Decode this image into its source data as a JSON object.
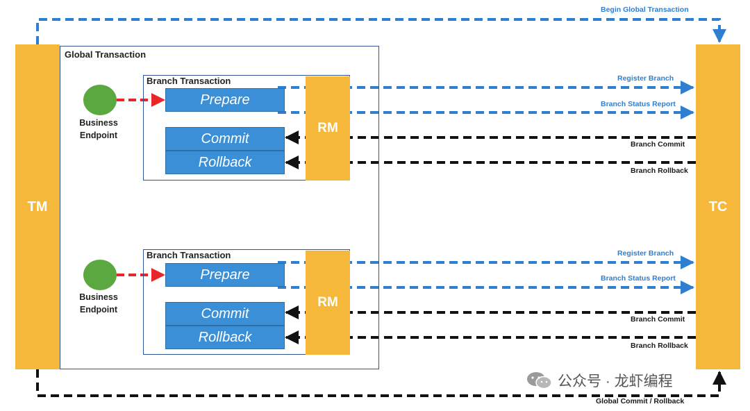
{
  "diagram": {
    "tm_label": "TM",
    "tc_label": "TC",
    "global_transaction_label": "Global Transaction",
    "begin_global_label": "Begin Global Transaction",
    "global_commit_label": "Global Commit / Rollback",
    "colors": {
      "bar": "#f6b83a",
      "op_box": "#3b8fd6",
      "frame": "#2f5597",
      "blue_arrow": "#2e7fd0",
      "red_arrow": "#e8262a",
      "black_arrow": "#111111",
      "endpoint": "#5aa83f"
    },
    "branches": [
      {
        "endpoint_label": "Business\nEndpoint",
        "branch_label": "Branch Transaction",
        "prepare": "Prepare",
        "commit": "Commit",
        "rollback": "Rollback",
        "rm_label": "RM",
        "register_branch": "Register Branch",
        "status_report": "Branch Status Report",
        "branch_commit": "Branch Commit",
        "branch_rollback": "Branch Rollback"
      },
      {
        "endpoint_label": "Business\nEndpoint",
        "branch_label": "Branch Transaction",
        "prepare": "Prepare",
        "commit": "Commit",
        "rollback": "Rollback",
        "rm_label": "RM",
        "register_branch": "Register Branch",
        "status_report": "Branch Status Report",
        "branch_commit": "Branch Commit",
        "branch_rollback": "Branch Rollback"
      }
    ]
  },
  "watermark": {
    "text": "公众号 · 龙虾编程",
    "icon": "wechat-icon"
  }
}
